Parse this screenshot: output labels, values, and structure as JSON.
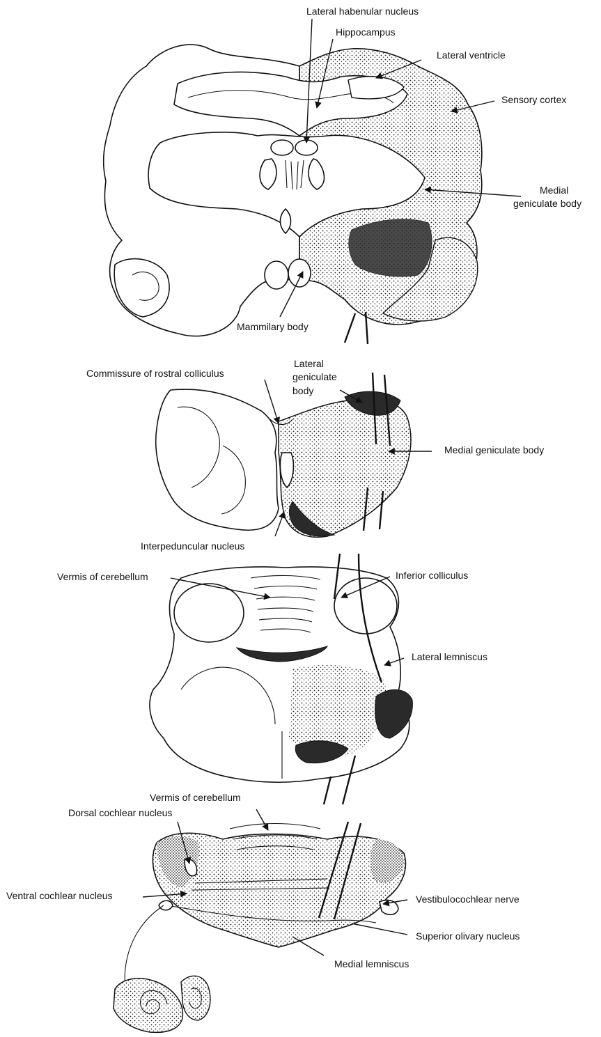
{
  "labels": {
    "lateral_habenular_nucleus": "Lateral habenular nucleus",
    "hippocampus": "Hippocampus",
    "lateral_ventricle": "Lateral ventricle",
    "sensory_cortex": "Sensory cortex",
    "medial_geniculate_body_top_1": "Medial",
    "medial_geniculate_body_top_2": "geniculate body",
    "mammilary_body": "Mammilary body",
    "commissure_rostral_colliculus": "Commissure of rostral colliculus",
    "lateral_geniculate_body_1": "Lateral",
    "lateral_geniculate_body_2": "geniculate",
    "lateral_geniculate_body_3": "body",
    "medial_geniculate_body_mid": "Medial geniculate body",
    "interpeduncular_nucleus": "Interpeduncular nucleus",
    "vermis_cerebellum_1": "Vermis of cerebellum",
    "inferior_colliculus": "Inferior colliculus",
    "lateral_lemniscus": "Lateral lemniscus",
    "vermis_cerebellum_2": "Vermis of cerebellum",
    "dorsal_cochlear_nucleus": "Dorsal cochlear nucleus",
    "ventral_cochlear_nucleus": "Ventral cochlear nucleus",
    "vestibulocochlear_nerve": "Vestibulocochlear nerve",
    "superior_olivary_nucleus": "Superior olivary nucleus",
    "medial_lemniscus": "Medial lemniscus"
  }
}
